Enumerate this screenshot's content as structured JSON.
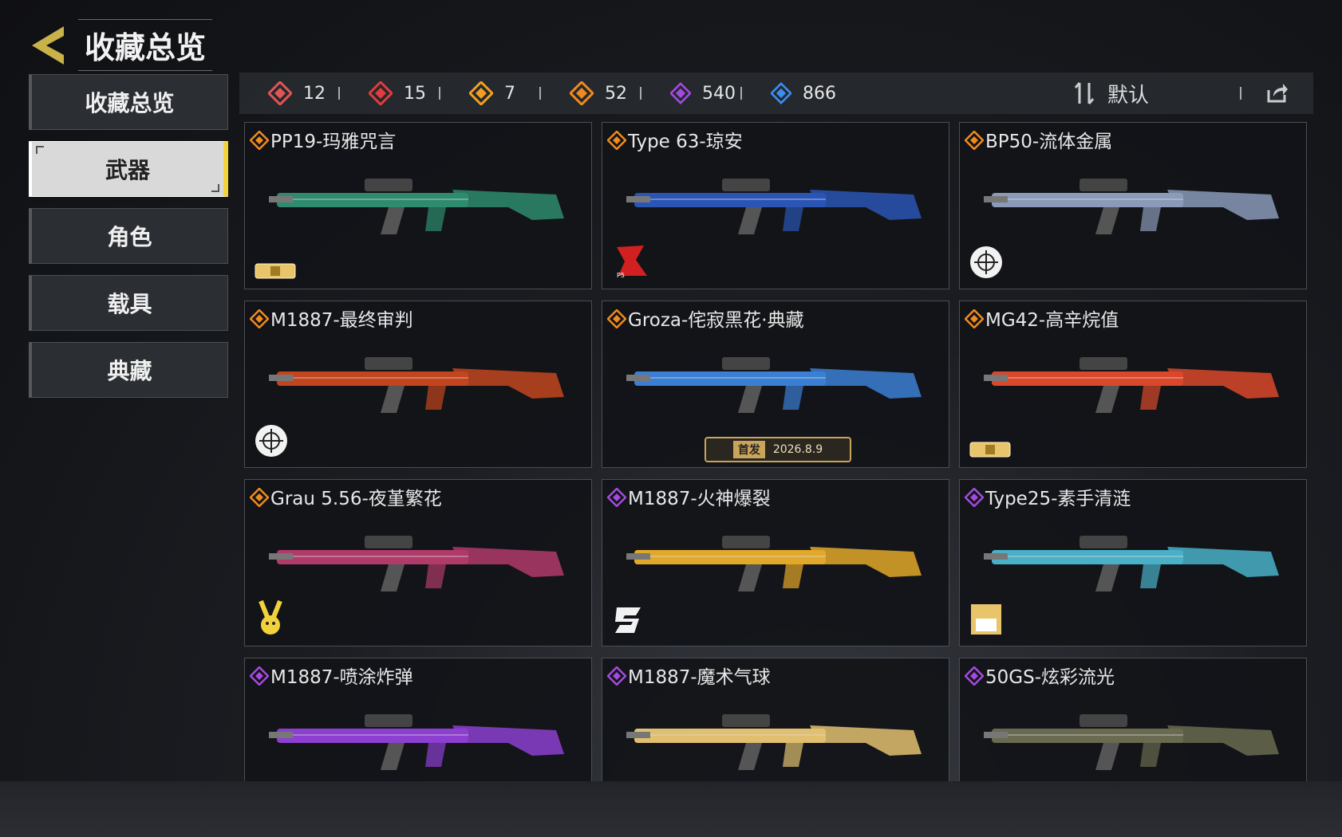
{
  "header": {
    "title": "收藏总览",
    "back_icon": "back-arrow-icon",
    "accent": "#c9b24a"
  },
  "sidebar": {
    "items": [
      {
        "label": "收藏总览",
        "active": false
      },
      {
        "label": "武器",
        "active": true
      },
      {
        "label": "角色",
        "active": false
      },
      {
        "label": "载具",
        "active": false
      },
      {
        "label": "典藏",
        "active": false
      }
    ]
  },
  "stats": [
    {
      "icon": "rarity-white-red-icon",
      "color": "#e25555",
      "value": "12"
    },
    {
      "icon": "rarity-red-icon",
      "color": "#e23c3c",
      "value": "15"
    },
    {
      "icon": "rarity-gold-icon",
      "color": "#f0a020",
      "value": "7"
    },
    {
      "icon": "rarity-orange-icon",
      "color": "#f08a1e",
      "value": "52"
    },
    {
      "icon": "rarity-purple-icon",
      "color": "#a44ae0",
      "value": "540"
    },
    {
      "icon": "rarity-blue-icon",
      "color": "#3a8ef0",
      "value": "866"
    }
  ],
  "sort": {
    "label": "默认",
    "icon": "sort-icon"
  },
  "share_icon": "share-icon",
  "cards": [
    {
      "name": "PP19-玛雅咒言",
      "rarity_color": "#f08a1e",
      "badge": "gold-ticket-badge",
      "gun_color": "#2e8b6e"
    },
    {
      "name": "Type 63-琼安",
      "rarity_color": "#f08a1e",
      "badge": "persona-mask-badge",
      "gun_color": "#2a55b5"
    },
    {
      "name": "BP50-流体金属",
      "rarity_color": "#f08a1e",
      "badge": "crosshair-badge",
      "gun_color": "#8a9ab8"
    },
    {
      "name": "M1887-最终审判",
      "rarity_color": "#f08a1e",
      "badge": "crosshair-badge",
      "gun_color": "#c2451e"
    },
    {
      "name": "Groza-侘寂黑花·典藏",
      "rarity_color": "#f08a1e",
      "badge": "release-date-banner",
      "gun_color": "#3b7fd4",
      "release_tag": "首发",
      "release_date": "2026.8.9"
    },
    {
      "name": "MG42-高辛烷值",
      "rarity_color": "#f08a1e",
      "badge": "gold-ticket-badge",
      "gun_color": "#d9482a"
    },
    {
      "name": "Grau 5.56-夜堇繁花",
      "rarity_color": "#f08a1e",
      "badge": "bunny-badge",
      "gun_color": "#b03a6a"
    },
    {
      "name": "M1887-火神爆裂",
      "rarity_color": "#a44ae0",
      "badge": "logo-s-badge",
      "gun_color": "#e2a82a"
    },
    {
      "name": "Type25-素手清涟",
      "rarity_color": "#a44ae0",
      "badge": "collab-logo-badge",
      "gun_color": "#4ab0c8"
    },
    {
      "name": "M1887-喷涂炸弹",
      "rarity_color": "#a44ae0",
      "badge": "",
      "gun_color": "#8c3fd0"
    },
    {
      "name": "M1887-魔术气球",
      "rarity_color": "#a44ae0",
      "badge": "",
      "gun_color": "#e0c070"
    },
    {
      "name": "50GS-炫彩流光",
      "rarity_color": "#a44ae0",
      "badge": "",
      "gun_color": "#6a6a50"
    }
  ]
}
